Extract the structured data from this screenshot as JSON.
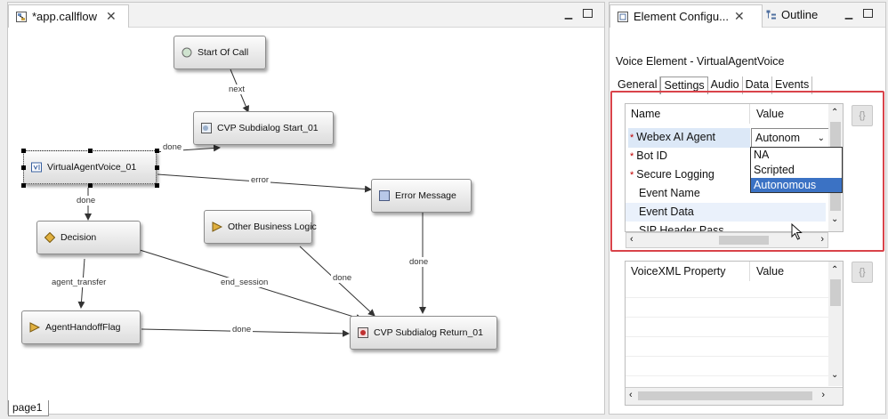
{
  "editor": {
    "tab_label": "*app.callflow",
    "page_tab": "page1",
    "nodes": {
      "start": "Start Of Call",
      "subdialog_start": "CVP Subdialog Start_01",
      "virtual_agent": "VirtualAgentVoice_01",
      "error_message": "Error Message",
      "other_logic": "Other Business Logic",
      "decision": "Decision",
      "agent_handoff": "AgentHandoffFlag",
      "subdialog_return": "CVP Subdialog Return_01"
    },
    "edges": {
      "next": "next",
      "done_start": "done",
      "error": "error",
      "done_decision": "done",
      "agent_transfer": "agent_transfer",
      "end_session": "end_session",
      "done_other": "done",
      "done_error": "done",
      "done_handoff": "done"
    }
  },
  "panel": {
    "tab_config": "Element Configu...",
    "tab_outline": "Outline",
    "title": "Voice Element - VirtualAgentVoice",
    "subtabs": [
      "General",
      "Settings",
      "Audio",
      "Data",
      "Events"
    ],
    "active_subtab": "Settings",
    "settings": {
      "col_name": "Name",
      "col_value": "Value",
      "rows": [
        {
          "name": "Webex AI Agent",
          "required": "*",
          "value": "Autonom"
        },
        {
          "name": "Bot ID",
          "required": "*",
          "value": ""
        },
        {
          "name": "Secure Logging",
          "required": "*",
          "value": ""
        },
        {
          "name": "Event Name",
          "required": "",
          "value": ""
        },
        {
          "name": "Event Data",
          "required": "",
          "value": ""
        },
        {
          "name": "SIP Header Pass...",
          "required": "",
          "value": ""
        }
      ],
      "dropdown_options": [
        "NA",
        "Scripted",
        "Autonomous"
      ],
      "dropdown_selected": "Autonomous"
    },
    "vxml": {
      "col_name": "VoiceXML Property",
      "col_value": "Value"
    }
  },
  "colors": {
    "highlight_border": "#d9434a",
    "selection": "#3b72c4",
    "required_star": "#c00000"
  }
}
